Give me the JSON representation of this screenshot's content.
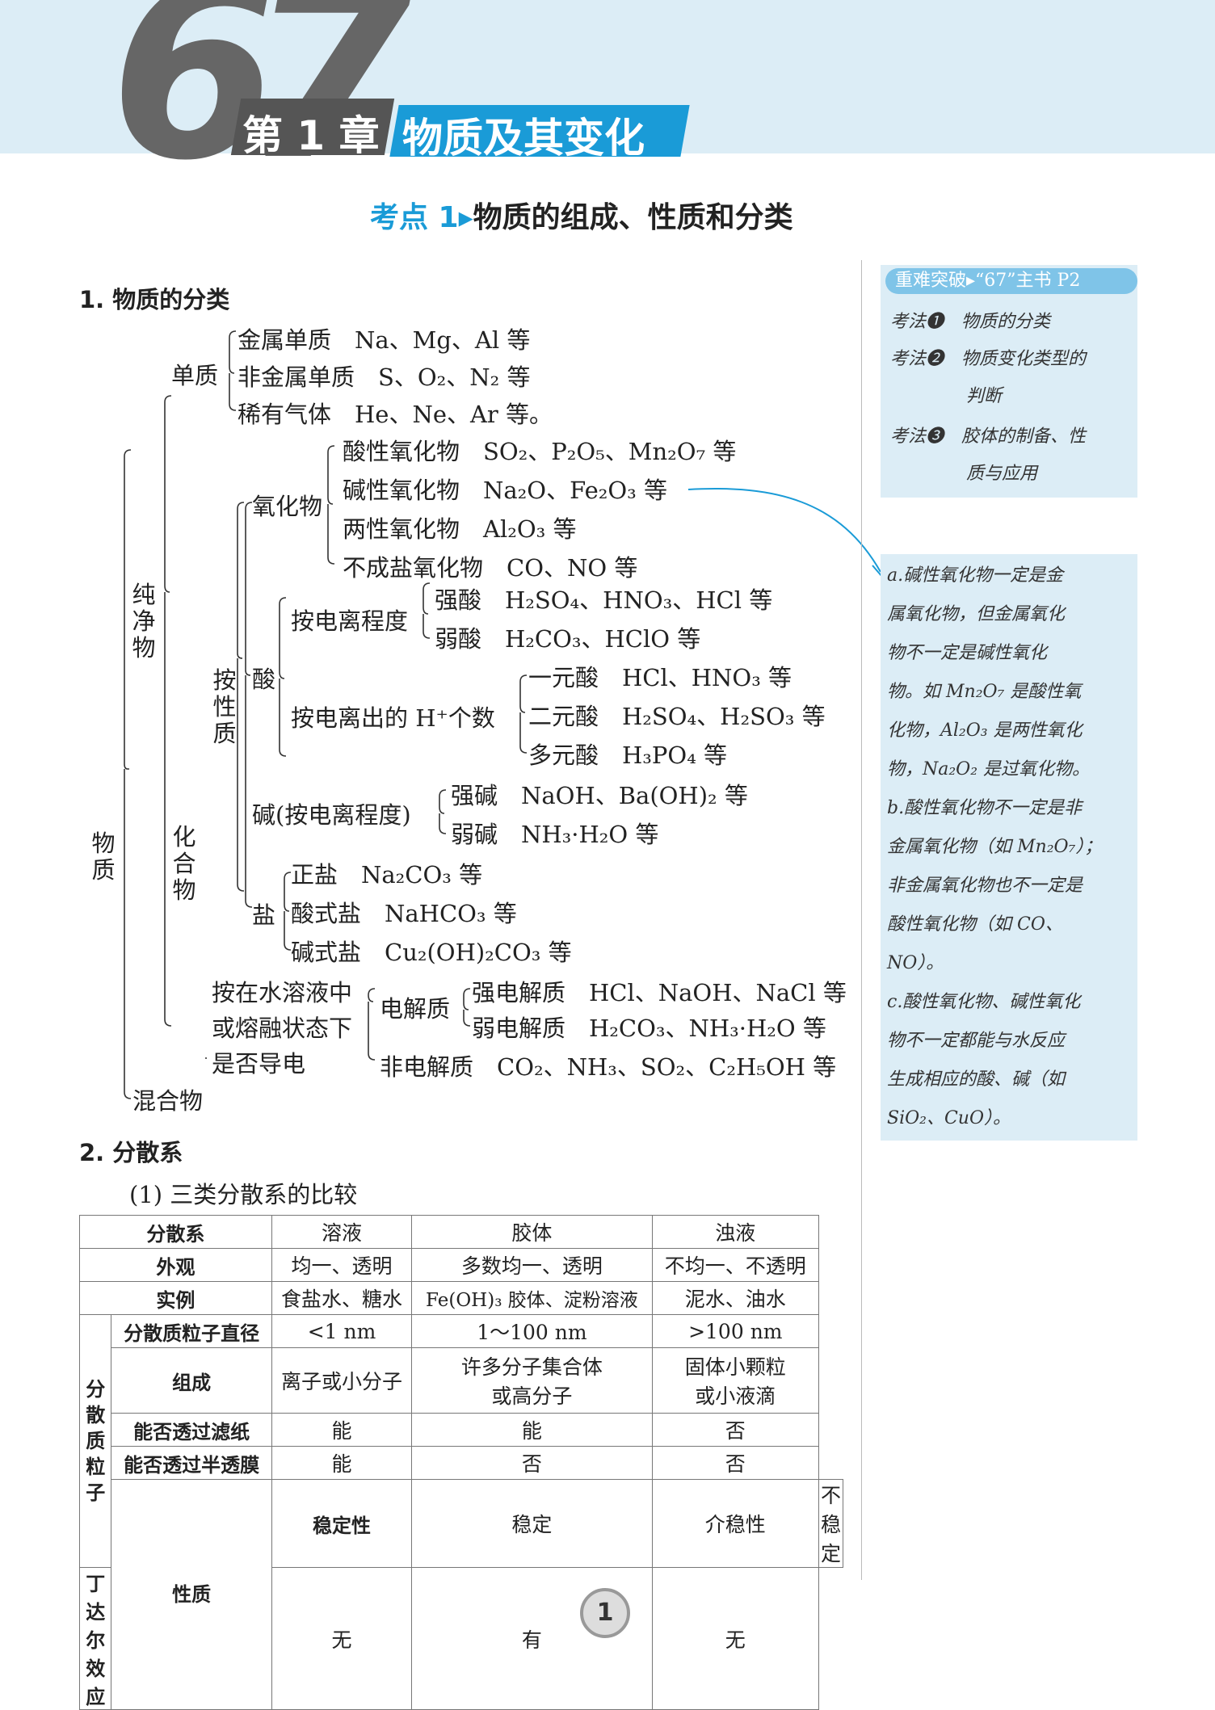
{
  "header": {
    "book_mark": "67",
    "chapter": "第 1 章",
    "chapter_title": "物质及其变化"
  },
  "section_title": {
    "label": "考点 1",
    "arrow": "▸",
    "text": "物质的组成、性质和分类"
  },
  "part1": {
    "title": "1. 物质的分类",
    "root": "物质",
    "pure": "纯净物",
    "mixture": "混合物",
    "elemental": {
      "label": "单质",
      "items": [
        "金属单质　Na、Mg、Al 等",
        "非金属单质　S、O₂、N₂ 等",
        "稀有气体　He、Ne、Ar 等。"
      ]
    },
    "compound": "化合物",
    "by_property": "按性质",
    "oxide": {
      "label": "氧化物",
      "items": [
        "酸性氧化物　SO₂、P₂O₅、Mn₂O₇ 等",
        "碱性氧化物　Na₂O、Fe₂O₃ 等",
        "两性氧化物　Al₂O₃ 等",
        "不成盐氧化物　CO、NO 等"
      ]
    },
    "acid": {
      "label": "酸",
      "by_ionization": "按电离程度",
      "strength": [
        "强酸　H₂SO₄、HNO₃、HCl 等",
        "弱酸　H₂CO₃、HClO 等"
      ],
      "by_h_count": "按电离出的 H⁺个数",
      "basicity": [
        "一元酸　HCl、HNO₃ 等",
        "二元酸　H₂SO₄、H₂SO₃ 等",
        "多元酸　H₃PO₄ 等"
      ]
    },
    "base": {
      "label": "碱(按电离程度)",
      "items": [
        "强碱　NaOH、Ba(OH)₂ 等",
        "弱碱　NH₃·H₂O 等"
      ]
    },
    "salt": {
      "label": "盐",
      "items": [
        "正盐　Na₂CO₃ 等",
        "酸式盐　NaHCO₃ 等",
        "碱式盐　Cu₂(OH)₂CO₃ 等"
      ]
    },
    "conductivity": {
      "label_lines": [
        "按在水溶液中",
        "或熔融状态下",
        "是否导电"
      ],
      "electrolyte": "电解质",
      "electrolytes": [
        "强电解质　HCl、NaOH、NaCl 等",
        "弱电解质　H₂CO₃、NH₃·H₂O 等"
      ],
      "non_electrolyte": "非电解质　CO₂、NH₃、SO₂、C₂H₅OH 等"
    }
  },
  "part2": {
    "title": "2. 分散系",
    "subtitle": "(1) 三类分散系的比较",
    "group_particle": "分散质粒子",
    "group_property": "性质",
    "columns": [
      "分散系",
      "溶液",
      "胶体",
      "浊液"
    ],
    "rows": [
      {
        "label": "外观",
        "values": [
          "均一、透明",
          "多数均一、透明",
          "不均一、不透明"
        ]
      },
      {
        "label": "实例",
        "values": [
          "食盐水、糖水",
          "Fe(OH)₃ 胶体、淀粉溶液",
          "泥水、油水"
        ]
      },
      {
        "label": "分散质粒子直径",
        "values": [
          "<1 nm",
          "1～100 nm",
          ">100 nm"
        ]
      },
      {
        "label": "组成",
        "values": [
          "离子或小分子",
          "许多分子集合体或高分子",
          "固体小颗粒或小液滴"
        ]
      },
      {
        "label": "能否透过滤纸",
        "values": [
          "能",
          "能",
          "否"
        ]
      },
      {
        "label": "能否透过半透膜",
        "values": [
          "能",
          "否",
          "否"
        ]
      },
      {
        "label": "稳定性",
        "values": [
          "稳定",
          "介稳性",
          "不稳定"
        ]
      },
      {
        "label": "丁达尔效应",
        "values": [
          "无",
          "有",
          "无"
        ]
      }
    ]
  },
  "sidebar": {
    "header": "重难突破▸“67”主书 P2",
    "methods": [
      {
        "label": "考法❶",
        "text": "物质的分类"
      },
      {
        "label": "考法❷",
        "text": "物质变化类型的"
      },
      {
        "label": "",
        "text": "判断"
      },
      {
        "label": "考法❸",
        "text": "胶体的制备、性"
      },
      {
        "label": "",
        "text": "质与应用"
      }
    ],
    "note_lines": [
      "a.碱性氧化物一定是金",
      "属氧化物，但金属氧化",
      "物不一定是碱性氧化",
      "物。如 Mn₂O₇ 是酸性氧",
      "化物，Al₂O₃ 是两性氧化",
      "物，Na₂O₂ 是过氧化物。",
      "b.酸性氧化物不一定是非",
      "金属氧化物（如 Mn₂O₇）；",
      "非金属氧化物也不一定是",
      "酸性氧化物（如 CO、",
      "NO）。",
      "c.酸性氧化物、碱性氧化",
      "物不一定都能与水反应",
      "生成相应的酸、碱（如",
      "SiO₂、CuO）。"
    ]
  },
  "page_number": "1",
  "colors": {
    "accent": "#1a9bd7",
    "header_bg": "#dcedf6",
    "chapter_box": "#555555"
  }
}
